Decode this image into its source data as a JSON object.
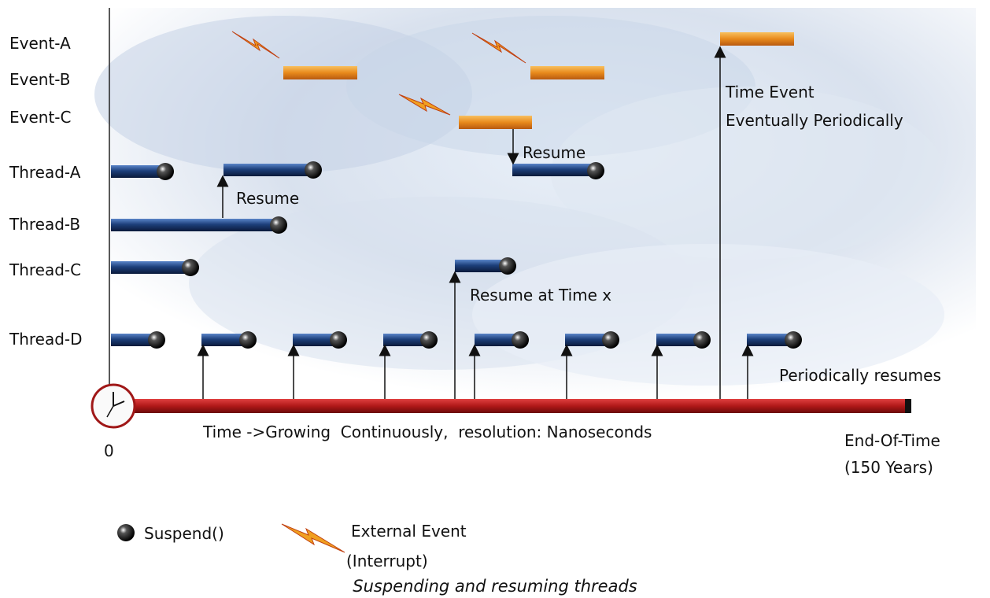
{
  "rows": {
    "event_a": "Event-A",
    "event_b": "Event-B",
    "event_c": "Event-C",
    "thread_a": "Thread-A",
    "thread_b": "Thread-B",
    "thread_c": "Thread-C",
    "thread_d": "Thread-D"
  },
  "annotations": {
    "resume_a": "Resume",
    "resume_c_event": "Resume",
    "resume_time_x": "Resume at Time x",
    "time_event_line1": "Time Event",
    "time_event_line2": "Eventually Periodically",
    "periodically_resumes": "Periodically resumes"
  },
  "timeline": {
    "origin": "0",
    "axis_text": "Time ->Growing  Continuously,  resolution: Nanoseconds",
    "end_line1": "End-Of-Time",
    "end_line2": "(150 Years)"
  },
  "legend": {
    "suspend": "Suspend()",
    "event_line1": "External Event",
    "event_line2": "(Interrupt)"
  },
  "caption": "Suspending and resuming threads",
  "colors": {
    "thread_bar": "#1d3f7a",
    "event_bar": "#e88a1c",
    "timeline": "#b01818",
    "lightning": "#f0a020"
  }
}
